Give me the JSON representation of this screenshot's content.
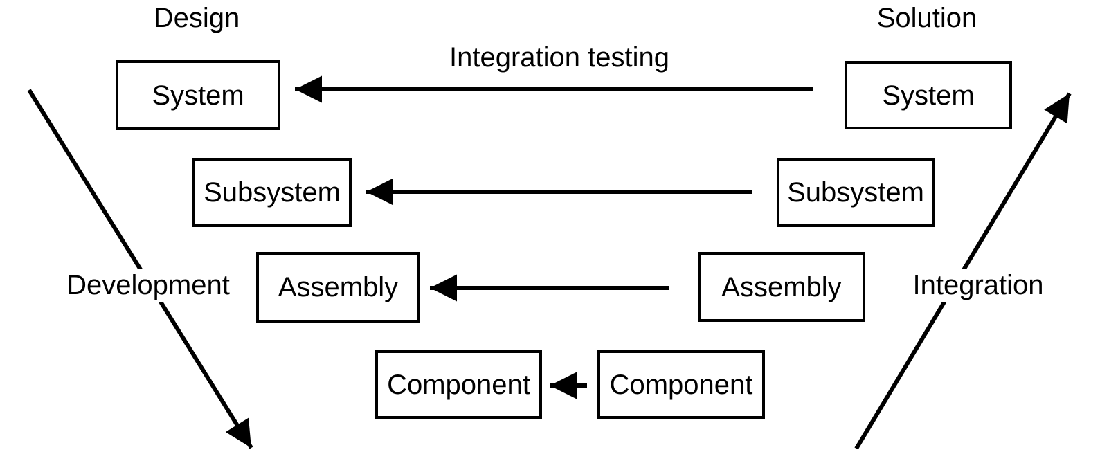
{
  "diagram": {
    "left_column_title": "Design",
    "right_column_title": "Solution",
    "top_arrow_label": "Integration testing",
    "left_diagonal_label": "Development",
    "right_diagonal_label": "Integration",
    "design_levels": [
      "System",
      "Subsystem",
      "Assembly",
      "Component"
    ],
    "solution_levels": [
      "System",
      "Subsystem",
      "Assembly",
      "Component"
    ],
    "colors": {
      "line": "#000000",
      "text": "#000000",
      "background": "#ffffff",
      "box_fill": "#ffffff",
      "box_border": "#000000"
    }
  }
}
